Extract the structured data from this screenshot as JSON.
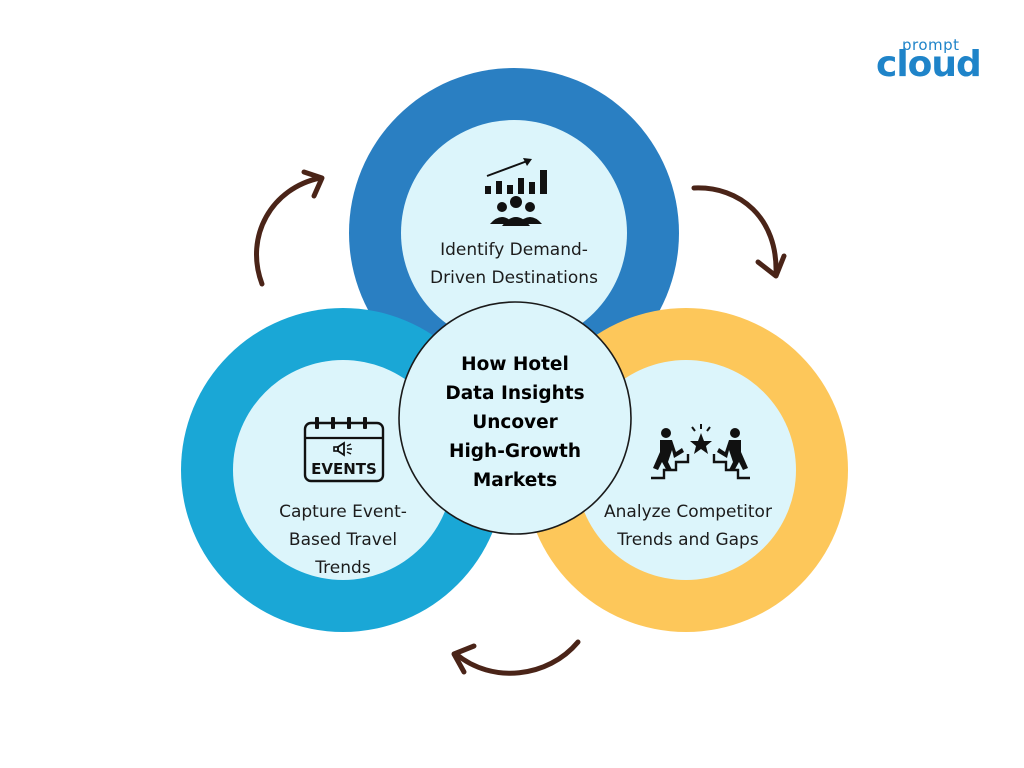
{
  "logo": {
    "line1": "prompt",
    "line2": "cloud"
  },
  "center": {
    "lines": [
      "How Hotel",
      "Data Insights",
      "Uncover",
      "High-Growth",
      "Markets"
    ]
  },
  "nodes": {
    "top": {
      "lines": [
        "Identify Demand-",
        "Driven Destinations"
      ],
      "icon": "demand-growth-people-icon"
    },
    "left": {
      "lines": [
        "Capture Event-",
        "Based Travel",
        "Trends"
      ],
      "icon": "events-calendar-icon",
      "icon_text": "EVENTS"
    },
    "right": {
      "lines": [
        "Analyze Competitor",
        "Trends and Gaps"
      ],
      "icon": "competitors-stairs-star-icon"
    }
  },
  "colors": {
    "top_ring": "#2a7fc2",
    "left_ring": "#1aa7d6",
    "right_ring": "#fdc75a",
    "inner_fill": "#dcf5fb",
    "arrow": "#4a2418",
    "logo": "#1f84c9"
  }
}
